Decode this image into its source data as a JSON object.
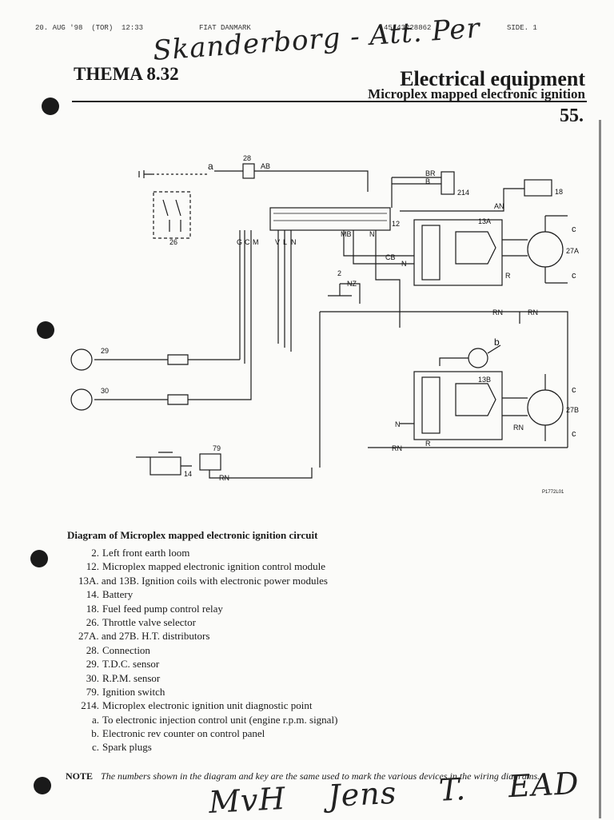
{
  "fax_header": {
    "date_time": "20. AUG '98  (TOR)  12:33",
    "sender": "FIAT DANMARK",
    "phone": "45 43228862",
    "page": "SIDE. 1"
  },
  "handwriting": {
    "top": "Skanderborg - Att. Per",
    "bottom": "MvH  Jens T. EAD"
  },
  "header": {
    "model": "THEMA 8.32",
    "section_title": "Electrical equipment",
    "section_subtitle": "Microplex mapped electronic ignition",
    "page_number": "55."
  },
  "diagram": {
    "drawing_ref": "P1772L01",
    "components": {
      "c2": "2",
      "c12": "12",
      "c13a": "13A",
      "c13b": "13B",
      "c14": "14",
      "c18": "18",
      "c26": "26",
      "c27a": "27A",
      "c27b": "27B",
      "c28": "28",
      "c29": "29",
      "c30": "30",
      "c79": "79",
      "c214": "214"
    },
    "letters": {
      "a": "a",
      "b": "b",
      "c1": "c",
      "c2": "c",
      "c3": "c",
      "c4": "c"
    },
    "wires": {
      "ab": "AB",
      "br": "BR",
      "b": "B",
      "an": "AN",
      "g": "G",
      "c": "C",
      "m": "M",
      "v": "V",
      "l": "L",
      "n": "N",
      "mb": "MB",
      "n2": "N",
      "cb": "CB",
      "n3": "N",
      "nz": "NZ",
      "r1": "R",
      "rn1": "RN",
      "rn2": "RN",
      "n4": "N",
      "r2": "R",
      "rn3": "RN",
      "rn4": "RN",
      "rn5": "RN"
    }
  },
  "legend": {
    "title": "Diagram of Microplex mapped electronic ignition circuit",
    "items": [
      {
        "num": "2.",
        "text": "Left front earth loom"
      },
      {
        "num": "12.",
        "text": "Microplex mapped electronic ignition control module"
      },
      {
        "num": "",
        "text": "13A. and 13B.  Ignition coils with electronic power modules"
      },
      {
        "num": "14.",
        "text": "Battery"
      },
      {
        "num": "18.",
        "text": "Fuel feed pump control relay"
      },
      {
        "num": "26.",
        "text": "Throttle valve selector"
      },
      {
        "num": "",
        "text": "27A. and 27B.  H.T. distributors"
      },
      {
        "num": "28.",
        "text": "Connection"
      },
      {
        "num": "29.",
        "text": "T.D.C. sensor"
      },
      {
        "num": "30.",
        "text": "R.P.M. sensor"
      },
      {
        "num": "79.",
        "text": "Ignition switch"
      },
      {
        "num": "214.",
        "text": "Microplex electronic ignition unit diagnostic point"
      },
      {
        "num": "a.",
        "text": "To electronic injection control unit (engine r.p.m. signal)"
      },
      {
        "num": "b.",
        "text": "Electronic rev counter on control panel"
      },
      {
        "num": "c.",
        "text": "Spark plugs"
      }
    ]
  },
  "note": {
    "label": "NOTE",
    "text": "The numbers shown in the diagram and key are the same used to mark the various devices in the wiring diagrams."
  }
}
